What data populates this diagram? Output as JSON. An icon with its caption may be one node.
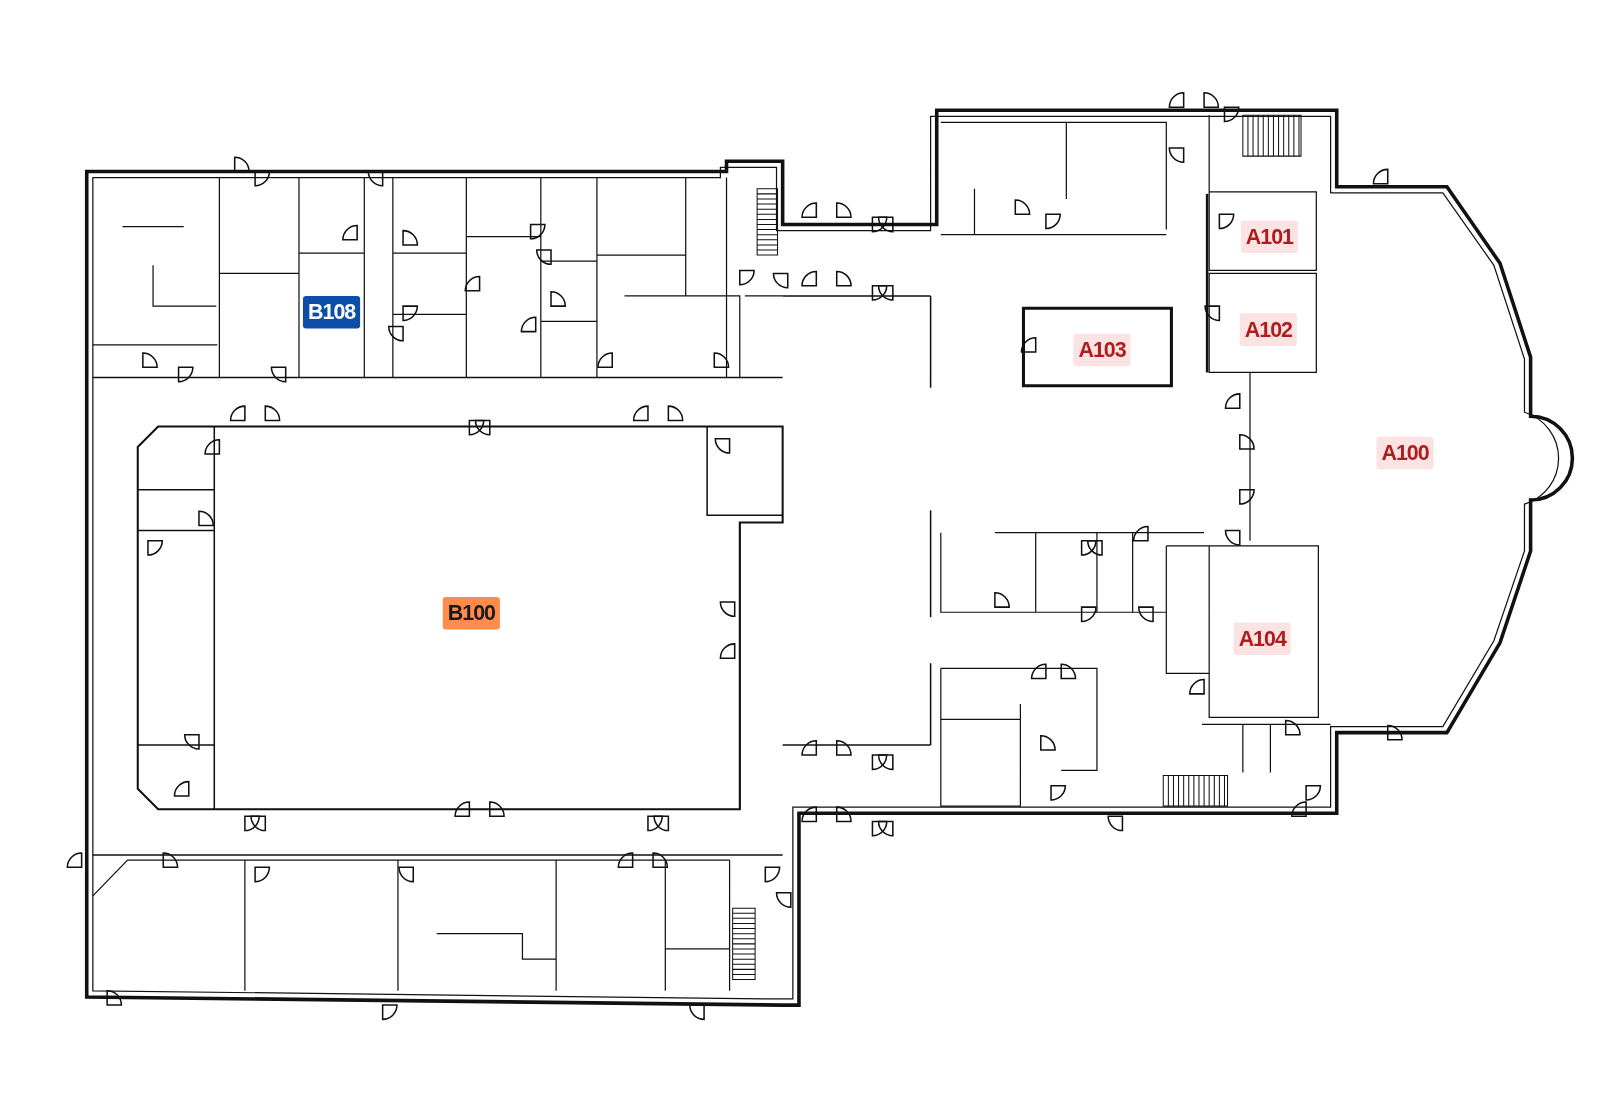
{
  "diagram": {
    "nodes": [
      {
        "text": [
          "A101"
        ]
      },
      {
        "text": [
          "B108"
        ]
      },
      {
        "text": [
          "A102"
        ]
      },
      {
        "text": [
          "A103"
        ]
      },
      {
        "text": [
          "A100"
        ]
      },
      {
        "text": [
          "B100"
        ]
      },
      {
        "text": [
          "A104"
        ]
      }
    ]
  }
}
